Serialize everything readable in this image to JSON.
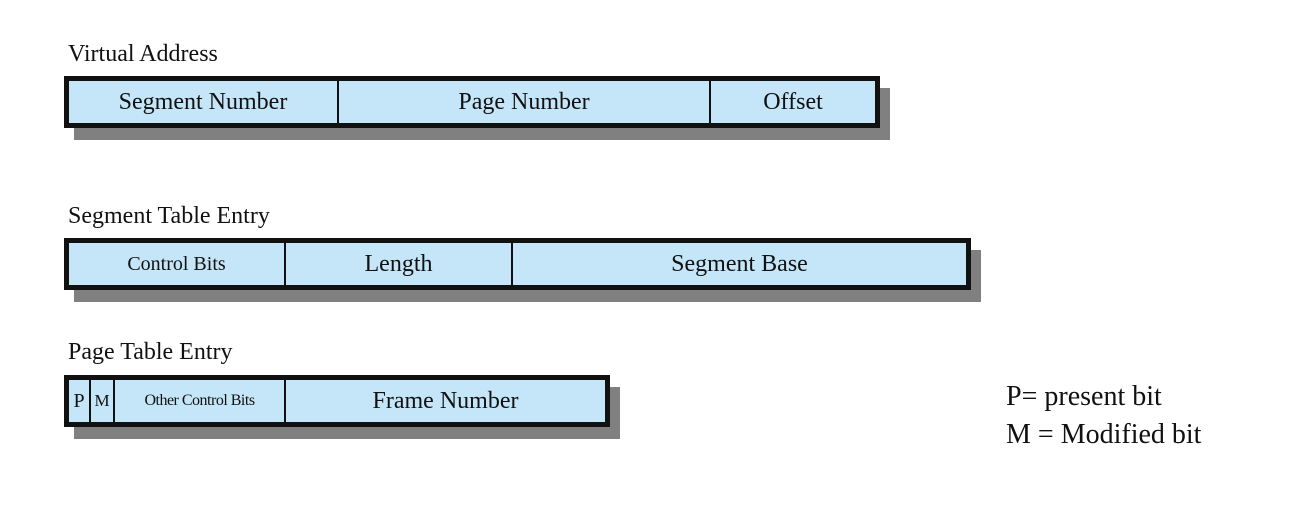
{
  "virtual_address": {
    "title": "Virtual Address",
    "fields": [
      "Segment Number",
      "Page Number",
      "Offset"
    ]
  },
  "segment_table_entry": {
    "title": "Segment Table Entry",
    "fields": [
      "Control Bits",
      "Length",
      "Segment Base"
    ]
  },
  "page_table_entry": {
    "title": "Page Table Entry",
    "fields": [
      "P",
      "M",
      "Other Control Bits",
      "Frame Number"
    ]
  },
  "legend": {
    "present": "P= present bit",
    "modified": "M = Modified bit"
  },
  "colors": {
    "field_fill": "#c4e6f8",
    "border": "#111111",
    "shadow": "#808080"
  }
}
